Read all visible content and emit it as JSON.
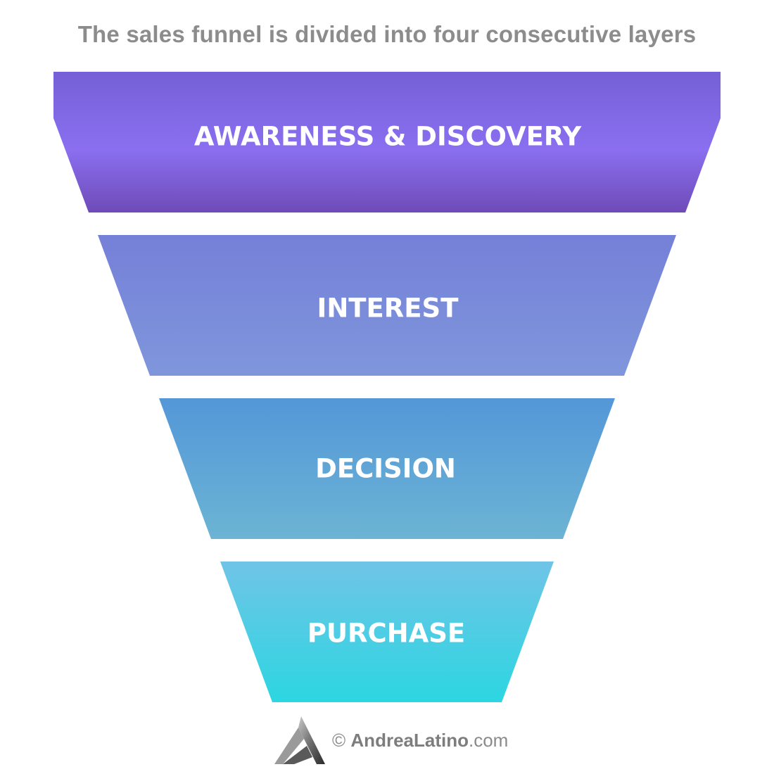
{
  "title": "The sales funnel is divided into four consecutive layers",
  "layers": [
    {
      "label": "AWARENESS & DISCOVERY",
      "color_top": "#7560d6",
      "color_mid": "#8a6ff0",
      "color_bottom": "#6f4bb8"
    },
    {
      "label": "INTEREST",
      "color_top": "#7580d8",
      "color_bottom": "#7f96dc"
    },
    {
      "label": "DECISION",
      "color_top": "#5497d8",
      "color_bottom": "#6cb4d4"
    },
    {
      "label": "PURCHASE",
      "color_top": "#70c4e6",
      "color_bottom": "#2cd6e2"
    }
  ],
  "footer": {
    "copyright": "©",
    "brand": "AndreaLatino",
    "domain": ".com",
    "logo_icon": "andrea-latino-logo"
  }
}
